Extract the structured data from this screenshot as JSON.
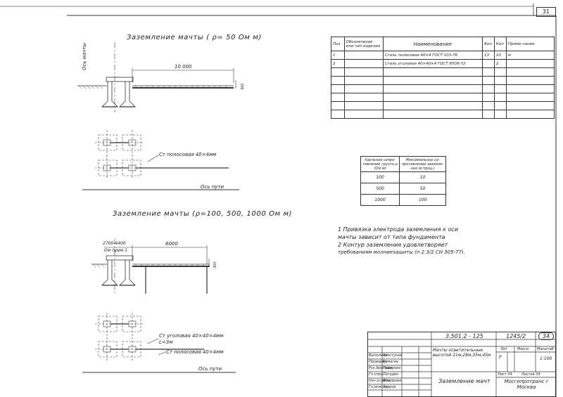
{
  "sheet_corner_number": "31",
  "section1": {
    "title": "Заземление мачты  ( ρ= 50 Ом м)",
    "axis_label": "Ось мачты",
    "distance": "10 000",
    "depth": "300",
    "strip_label": "Ст полосовая 40×4мм",
    "track_axis": "Ось пути"
  },
  "section2": {
    "title": "Заземление мачты (ρ=100, 500, 1000 Ом м)",
    "dim_range": "2700-4400",
    "dim_note": "Ом прим 1",
    "distance": "6000",
    "depth": "300",
    "angle_label": "Ст уголовая 40×40×4мм",
    "angle_length": "L=3м",
    "strip_label": "Ст полосовая 40×4мм",
    "track_axis": "Ось пути"
  },
  "spec_table": {
    "headers": [
      "Поз",
      "Обозначение или тип изделия",
      "Наименование",
      "Кол",
      "Кол",
      "Приме-чание"
    ],
    "rows": [
      [
        "1",
        "",
        "Сталь полосовая 40×4  ГОСТ 103-76",
        "13",
        "10",
        "м"
      ],
      [
        "2",
        "",
        "Сталь уголовая 40×40×4  ГОСТ 8509-72",
        "",
        "2",
        ""
      ]
    ]
  },
  "resistance_table": {
    "headers": [
      "Удельное сопро-тивление грунта ρ (Ом м)",
      "Максимальное со-противление заземле-ния (в проц.)"
    ],
    "rows": [
      [
        "100",
        "10"
      ],
      [
        "500",
        "50"
      ],
      [
        "1000",
        "100"
      ]
    ]
  },
  "notes": [
    "1  Привязка электрода заземления к оси",
    "   мачты зависит от типа фундамента",
    "2  Контур заземления удовлетворяет",
    "   требованиям молниезащиты (п 2.3/2  СН 305-77)."
  ],
  "title_block": {
    "doc_number": "3.501.2 - 125",
    "inv_number": "1245/2",
    "sheet_no": "34",
    "object_name": "Мачты осветительные высотой 21м,28м,35м,45м",
    "drawing_name": "Заземление мачт",
    "stage": "Р",
    "scale": "1:100",
    "sheet_label": "Лист 34",
    "sheets_label": "Листов 34",
    "org": "Мосгипротранс г Москва",
    "col_labels": [
      "Лит",
      "Масса",
      "Масштаб"
    ],
    "roles": [
      [
        "Выполнил",
        "Хвостунов"
      ],
      [
        "Проверил",
        "Бумагин"
      ],
      [
        "Рук.бригады",
        "Пехарова"
      ],
      [
        "Гл.спец",
        "Погодин"
      ],
      [
        "Нач.отдела",
        "Фёдорова"
      ],
      [
        "Гл.инж.пр",
        "Азаров"
      ]
    ]
  }
}
